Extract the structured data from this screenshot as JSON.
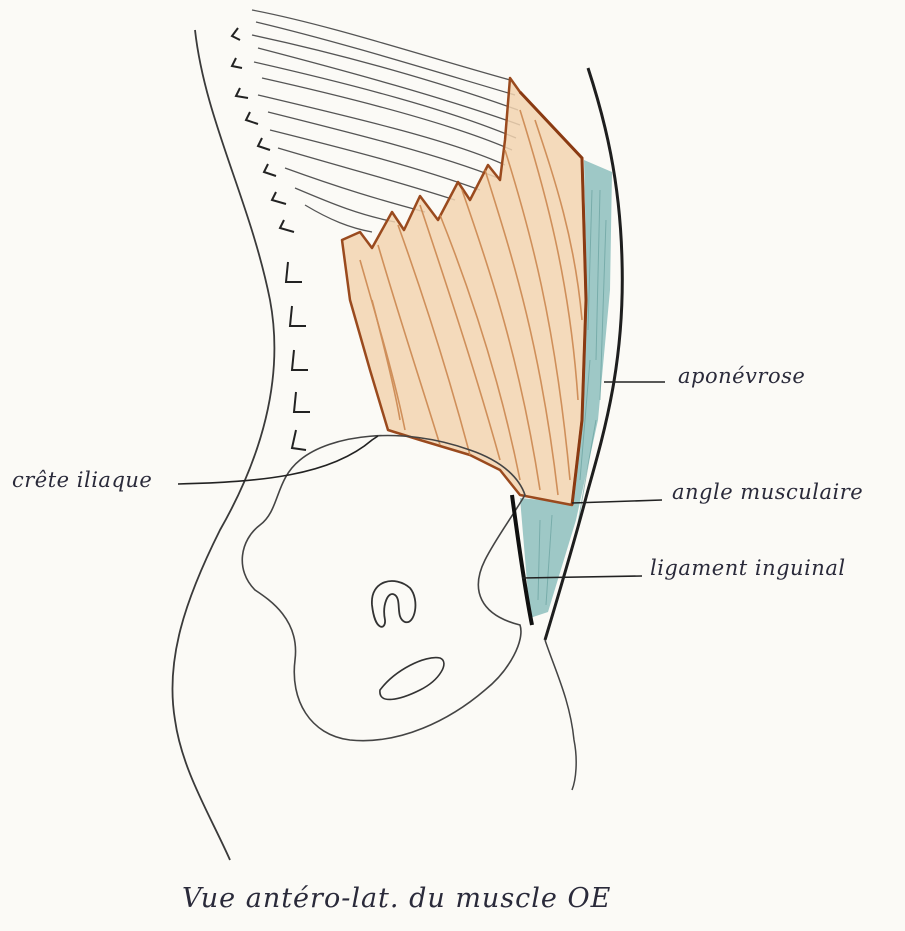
{
  "labels": {
    "crete": "crête iliaque",
    "aponevrose": "aponévrose",
    "angle": "angle musculaire",
    "ligament": "ligament inguinal"
  },
  "caption": "Vue antéro-lat. du muscle OE",
  "colors": {
    "pencil": "#3a3a3a",
    "muscle_fill": "#f2d3b0",
    "muscle_stroke": "#9a4a1e",
    "muscle_fibers": "#c9834a",
    "aponeurosis": "#7fb7b5",
    "ligament": "#101010",
    "ink": "#2a2a3a"
  }
}
